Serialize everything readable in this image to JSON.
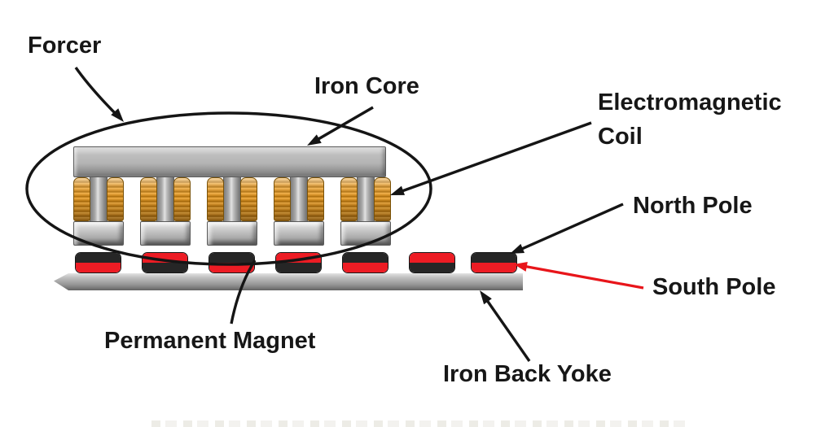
{
  "diagram": {
    "labels": {
      "forcer": "Forcer",
      "iron_core": "Iron Core",
      "electromagnetic_coil_line1": "Electromagnetic",
      "electromagnetic_coil_line2": "Coil",
      "north_pole": "North Pole",
      "south_pole": "South Pole",
      "permanent_magnet": "Permanent Magnet",
      "iron_back_yoke": "Iron Back Yoke"
    },
    "colors": {
      "text": "#171717",
      "outline_black": "#151515",
      "south_pole_arrow_red": "#e8151a",
      "magnet_red": "#ed1c24",
      "magnet_black": "#262626",
      "copper_coil": "#d8902a",
      "steel_gray": "#ababab"
    },
    "components": {
      "coil_units": {
        "count": 5
      },
      "magnets": {
        "count": 7,
        "top_layer_sequence": [
          "black",
          "red",
          "black",
          "red",
          "black",
          "red",
          "black"
        ]
      }
    }
  }
}
